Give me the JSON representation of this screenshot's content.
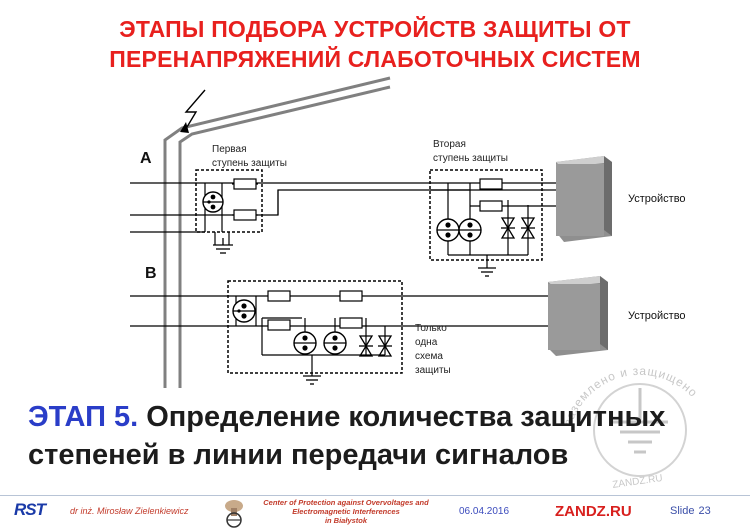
{
  "title": {
    "line1": "ЭТАПЫ ПОДБОРА УСТРОЙСТВ ЗАЩИТЫ ОТ",
    "line2": "ПЕРЕНАПРЯЖЕНИЙ СЛАБОТОЧНЫХ СИСТЕМ"
  },
  "diagram": {
    "label_a": "A",
    "label_b": "B",
    "first_stage_line1": "Первая",
    "first_stage_line2": "ступень защиты",
    "second_stage_line1": "Вторая",
    "second_stage_line2": "ступень защиты",
    "device_a": "Устройство",
    "device_b": "Устройство",
    "only_one_line1": "Только",
    "only_one_line2": "одна",
    "only_one_line3": "схема",
    "only_one_line4": "защиты"
  },
  "caption": {
    "stage": "ЭТАП 5.",
    "text1": " Определение количества защитных",
    "text2": "степеней в линии передачи сигналов"
  },
  "watermark": {
    "arc_text": "заземлено и защищено",
    "bottom_text": "ZANDZ.RU"
  },
  "footer": {
    "logo": "RST",
    "author": "dr inż. Mirosław Zielenkiewicz",
    "org_line1": "Center of Protection against Overvoltages and",
    "org_line2": "Electromagnetic Interferences",
    "org_line3": "in Białystok",
    "date": "06.04.2016",
    "site": "ZANDZ.RU",
    "slide_label": "Slide",
    "slide_number": "23"
  }
}
